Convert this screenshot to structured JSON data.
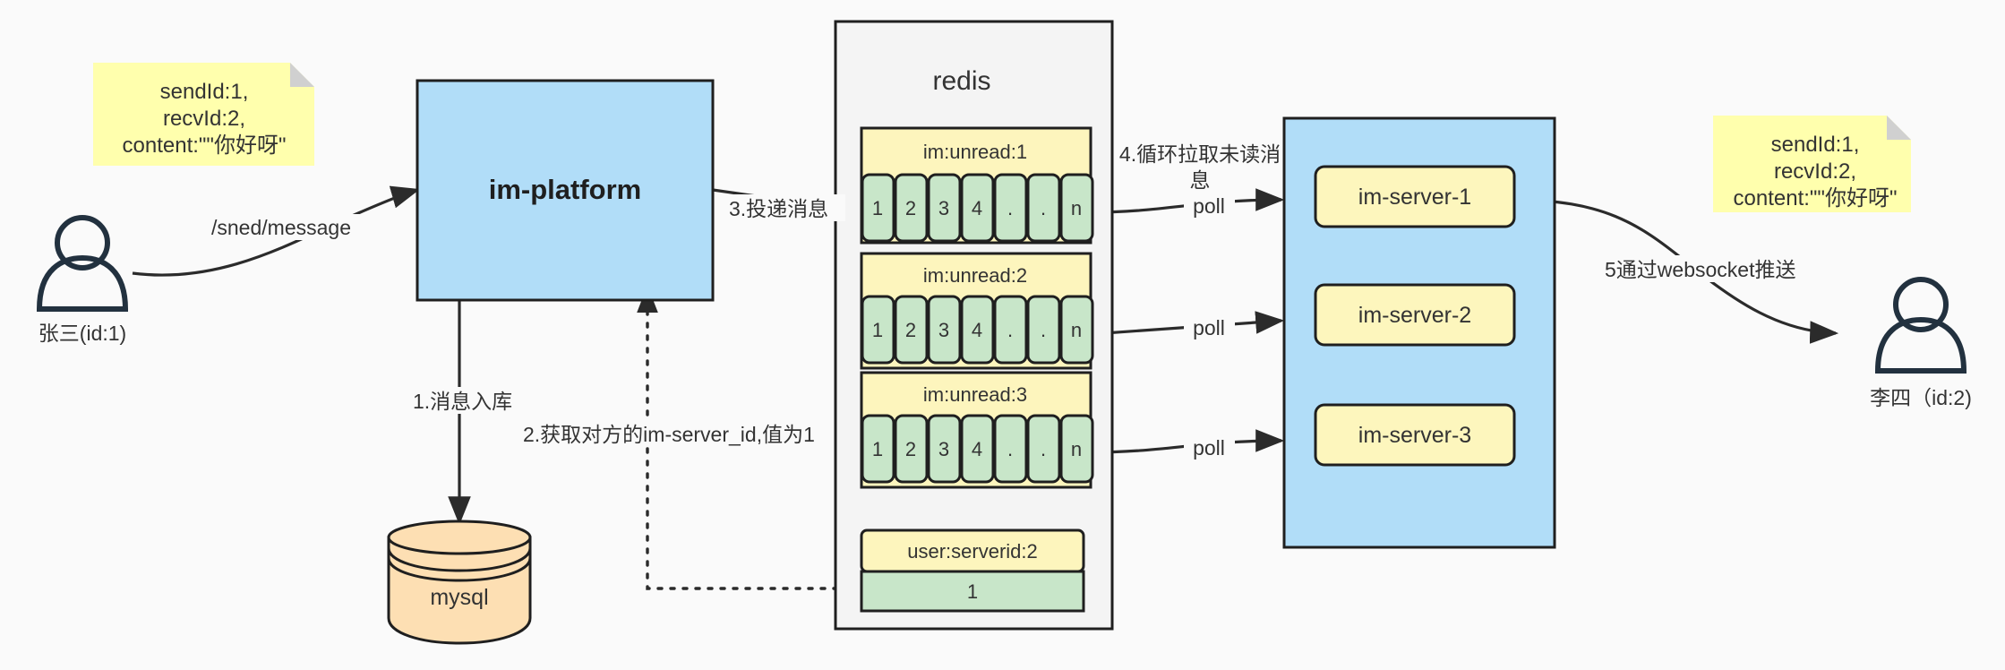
{
  "diagram": {
    "title": "im message push architecture",
    "background": "#fafafa"
  },
  "colors": {
    "note_yellow": "#ffffad",
    "note_fold": "#d0d0d0",
    "platform_blue": "#b1ddf8",
    "server_container_blue": "#b1ddf8",
    "server_box_yellow": "#fdf6bd",
    "redis_container_gray": "#f4f4f4",
    "key_header_yellow": "#fdf5bd",
    "cell_green": "#c8e6c9",
    "mysql_orange": "#fddfb3",
    "stroke_dark": "#1f1f1f",
    "actor_navy": "#22313f"
  },
  "actors": [
    {
      "id": "sender",
      "label": "张三(id:1)",
      "icon": "person-icon"
    },
    {
      "id": "receiver",
      "label": "李四（id:2)",
      "icon": "person-icon"
    }
  ],
  "notes": [
    {
      "id": "note-left",
      "lines": [
        "sendId:1,",
        "recvId:2,",
        "content:\"\"你好呀\""
      ]
    },
    {
      "id": "note-right",
      "lines": [
        "sendId:1,",
        "recvId:2,",
        "content:\"\"你好呀\""
      ]
    }
  ],
  "nodes": {
    "platform": {
      "label": "im-platform"
    },
    "mysql": {
      "label": "mysql"
    },
    "redis": {
      "label": "redis"
    },
    "server_container": {
      "label": ""
    },
    "servers": [
      {
        "label": "im-server-1"
      },
      {
        "label": "im-server-2"
      },
      {
        "label": "im-server-3"
      }
    ]
  },
  "redis_keys": [
    {
      "name": "im:unread:1",
      "cells": [
        "1",
        "2",
        "3",
        "4",
        ".",
        ".",
        "n"
      ]
    },
    {
      "name": "im:unread:2",
      "cells": [
        "1",
        "2",
        "3",
        "4",
        ".",
        ".",
        "n"
      ]
    },
    {
      "name": "im:unread:3",
      "cells": [
        "1",
        "2",
        "3",
        "4",
        ".",
        ".",
        "n"
      ]
    }
  ],
  "redis_hash": {
    "name": "user:serverid:2",
    "value": "1"
  },
  "edges": [
    {
      "id": "send-message",
      "label": "/sned/message",
      "style": "solid"
    },
    {
      "id": "store-message",
      "label": "1.消息入库",
      "style": "solid"
    },
    {
      "id": "get-serverid",
      "label": "2.获取对方的im-server_id,值为1",
      "style": "dotted"
    },
    {
      "id": "deliver-message",
      "label": "3.投递消息",
      "style": "solid"
    },
    {
      "id": "poll-unread",
      "label": "4.循环拉取未读消",
      "label2": "息",
      "style": "solid"
    },
    {
      "id": "poll-1",
      "label": "poll",
      "style": "solid"
    },
    {
      "id": "poll-2",
      "label": "poll",
      "style": "solid"
    },
    {
      "id": "poll-3",
      "label": "poll",
      "style": "solid"
    },
    {
      "id": "websocket-push",
      "label": "5通过websocket推送",
      "style": "solid"
    }
  ]
}
